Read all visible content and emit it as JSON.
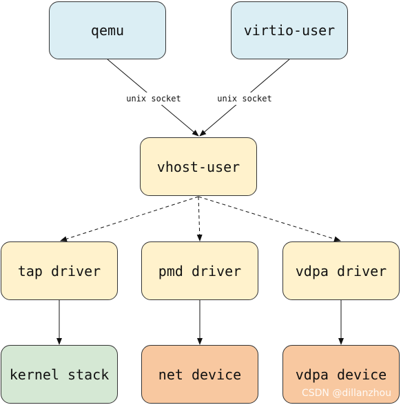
{
  "colors": {
    "client": "#dbeef4",
    "service": "#fff2cc",
    "stack": "#d5e8d4",
    "device": "#f8c8a0",
    "stroke": "#333333"
  },
  "nodes": {
    "qemu": "qemu",
    "virtio_user": "virtio-user",
    "vhost_user": "vhost-user",
    "tap_driver": "tap driver",
    "pmd_driver": "pmd driver",
    "vdpa_driver": "vdpa driver",
    "kernel_stack": "kernel stack",
    "net_device": "net device",
    "vdpa_device": "vdpa device"
  },
  "edges": {
    "qemu_to_vhost": "unix socket",
    "virtio_to_vhost": "unix socket"
  },
  "watermark": "CSDN @dillanzhou"
}
